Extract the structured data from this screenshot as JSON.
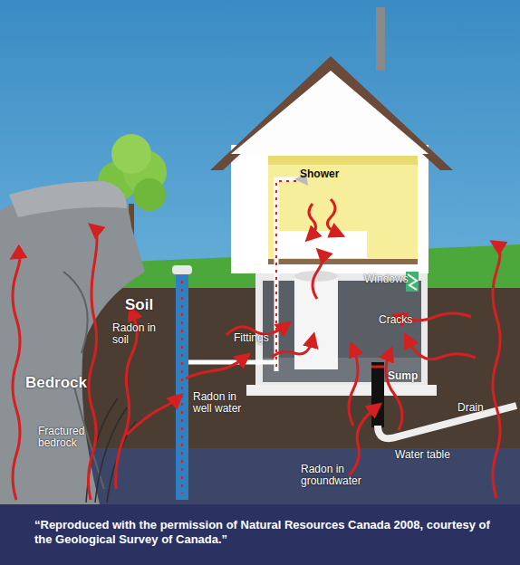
{
  "diagram": {
    "caption": "“Reproduced with the permission of Natural Resources Canada 2008, courtesy of the Geological Survey of Canada.”",
    "labels": [
      "Shower",
      "Windows",
      "Soil",
      "Radon in soil",
      "Fittings",
      "Cracks",
      "Bedrock",
      "Radon in well water",
      "Sump",
      "Drain",
      "Fractured bedrock",
      "Water table",
      "Radon in groundwater"
    ]
  }
}
